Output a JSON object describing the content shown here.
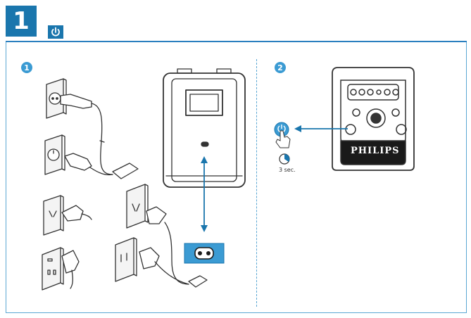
{
  "step": {
    "number": "1",
    "icon": "power-icon"
  },
  "panel_left": {
    "number": "1"
  },
  "panel_right": {
    "number": "2",
    "hold_time": "3 sec.",
    "brand": "PHILIPS"
  },
  "colors": {
    "accent": "#1a76ad",
    "frame": "#5aa6d3",
    "socket_highlight": "#3b9bd3"
  }
}
